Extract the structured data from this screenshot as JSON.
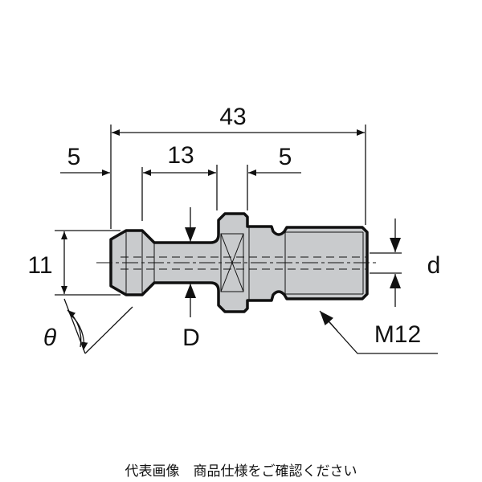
{
  "dimensions": {
    "overall_length": "43",
    "left_head_length": "5",
    "neck_length": "13",
    "flange_length": "5",
    "head_diameter": "11",
    "angle": "θ",
    "neck_diameter": "D",
    "bore_diameter": "d",
    "thread": "M12"
  },
  "colors": {
    "body_fill": "#c9cbcd",
    "outline": "#111111"
  },
  "caption": "代表画像　商品仕様をご確認ください"
}
